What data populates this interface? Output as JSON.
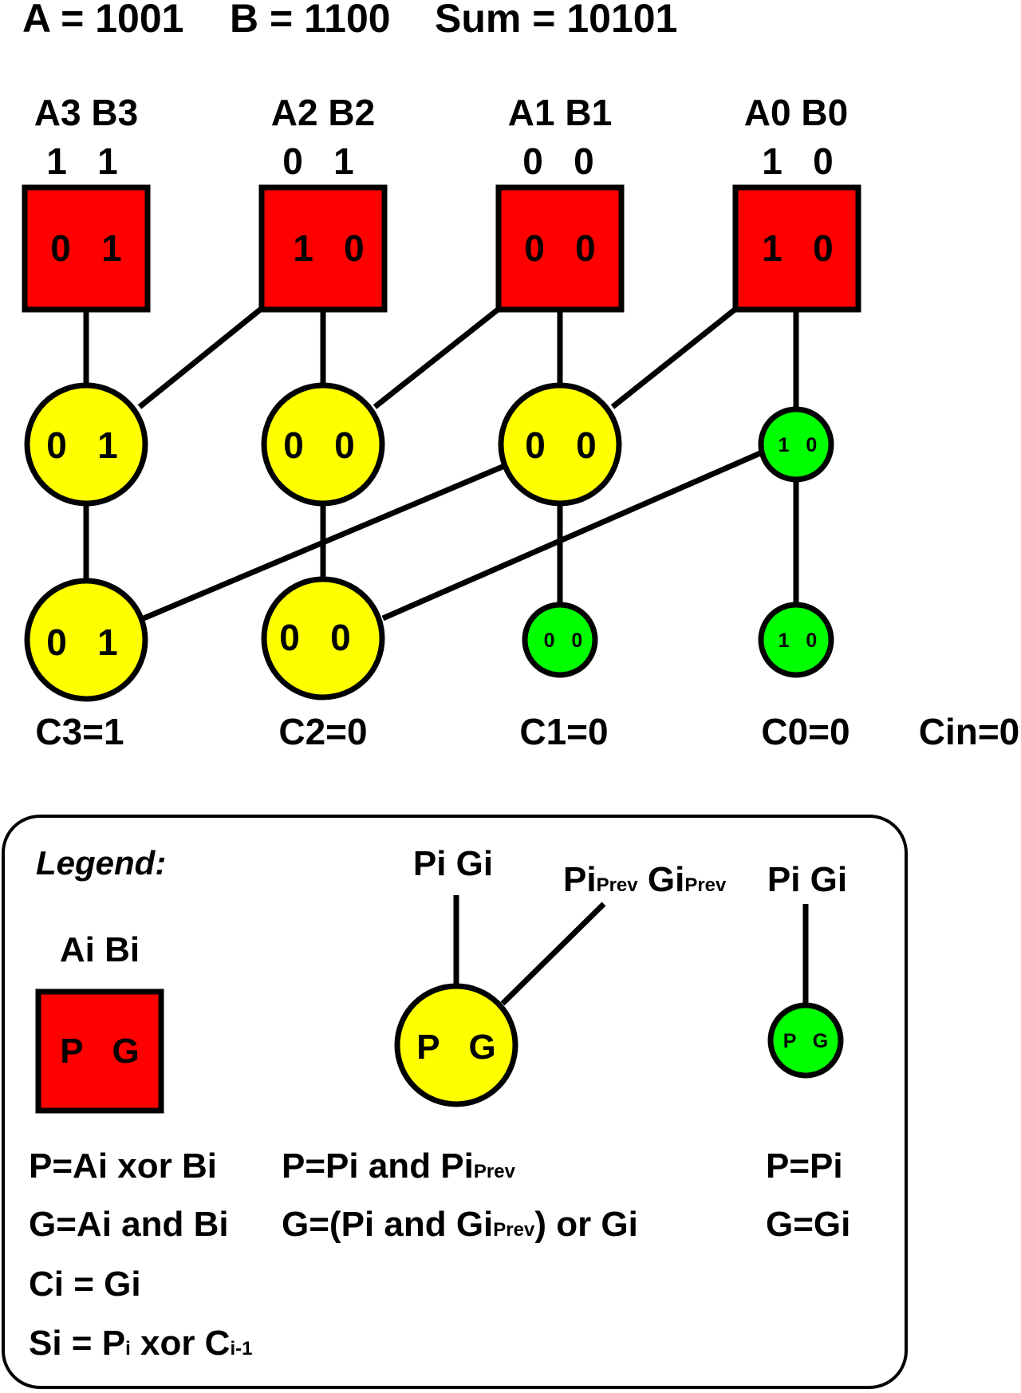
{
  "header": {
    "a": "A = 1001",
    "b": "B = 1100",
    "sum": "Sum = 10101"
  },
  "colors": {
    "red": "#ff0000",
    "yellow": "#ffff00",
    "green": "#00ff00"
  },
  "inputs": [
    {
      "label": "A3 B3",
      "bits": "1   1",
      "pg": "0   1"
    },
    {
      "label": "A2 B2",
      "bits": "0   1",
      "pg": "1   0"
    },
    {
      "label": "A1 B1",
      "bits": "0   0",
      "pg": "0   0"
    },
    {
      "label": "A0 B0",
      "bits": "1   0",
      "pg": "1   0"
    }
  ],
  "level1": [
    "0   1",
    "0   0",
    "0   0",
    "1   0"
  ],
  "level2": [
    "0   1",
    "0   0",
    "0   0",
    "1   0"
  ],
  "carries": [
    "C3=1",
    "C2=0",
    "C1=0",
    "C0=0",
    "Cin=0"
  ],
  "legend": {
    "title": "Legend:",
    "box_label": "Ai Bi",
    "box_pg": "P   G",
    "yellow_top": "Pi Gi",
    "yellow_prev_pi": "Pi",
    "yellow_prev_gi": "Gi",
    "prev_sub": "Prev",
    "yellow_pg": "P   G",
    "green_top": "Pi Gi",
    "green_pg": "P   G",
    "red_p_rule": "P=Ai xor Bi",
    "red_g_rule": "G=Ai and Bi",
    "carry_rule": "Ci = Gi",
    "sum_rule_pre": "Si = P",
    "sum_rule_i": "i",
    "sum_rule_mid": " xor C",
    "sum_rule_sub": "i-1",
    "yellow_p_rule": "P=Pi and Pi",
    "yellow_g_rule_a": "G=(Pi and Gi",
    "yellow_g_rule_b": ") or Gi",
    "green_p_rule": "P=Pi",
    "green_g_rule": "G=Gi"
  }
}
